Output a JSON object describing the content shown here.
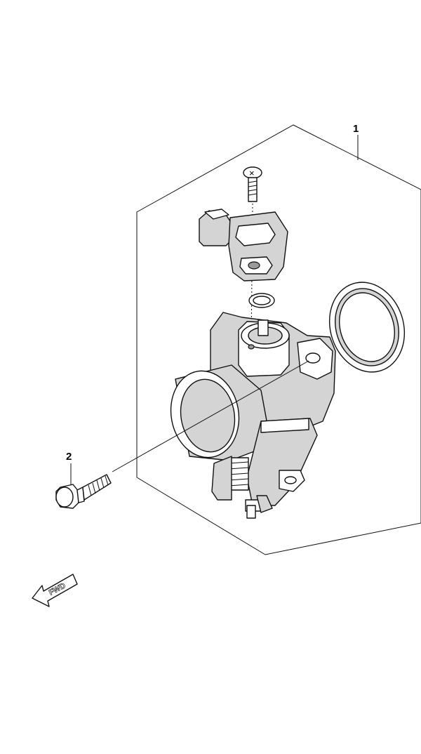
{
  "callouts": {
    "part_1": "1",
    "part_2": "2"
  },
  "screw_mark": "×",
  "fwd_label": "FWD"
}
